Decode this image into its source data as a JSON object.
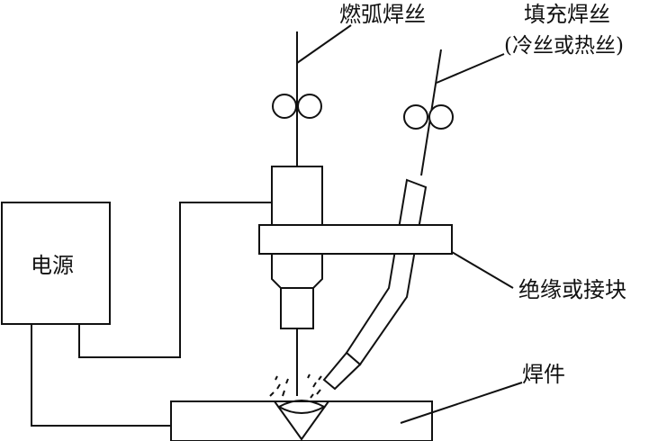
{
  "labels": {
    "arc_wire": "燃弧焊丝",
    "filler_wire": "填充焊丝",
    "filler_wire_note": "(冷丝或热丝)",
    "power_source": "电源",
    "insulation_block": "绝缘或接块",
    "workpiece": "焊件"
  }
}
